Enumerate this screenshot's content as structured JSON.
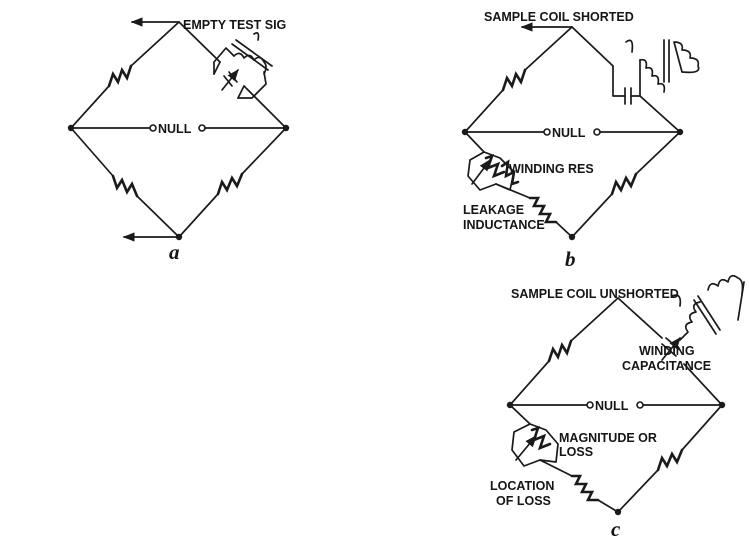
{
  "diagrams": [
    {
      "id": "a",
      "caption": "a",
      "labels": {
        "test_signal": "EMPTY TEST SIG",
        "null": "NULL"
      }
    },
    {
      "id": "b",
      "caption": "b",
      "labels": {
        "coil_state": "SAMPLE COIL SHORTED",
        "null": "NULL",
        "winding_res": "WINDING RES",
        "leakage_1": "LEAKAGE",
        "leakage_2": "INDUCTANCE"
      }
    },
    {
      "id": "c",
      "caption": "c",
      "labels": {
        "coil_state": "SAMPLE COIL UNSHORTED",
        "null": "NULL",
        "winding_cap_1": "WINDING",
        "winding_cap_2": "CAPACITANCE",
        "magnitude_1": "MAGNITUDE OR",
        "magnitude_2": "LOSS",
        "location_1": "LOCATION",
        "location_2": "OF LOSS"
      }
    }
  ]
}
